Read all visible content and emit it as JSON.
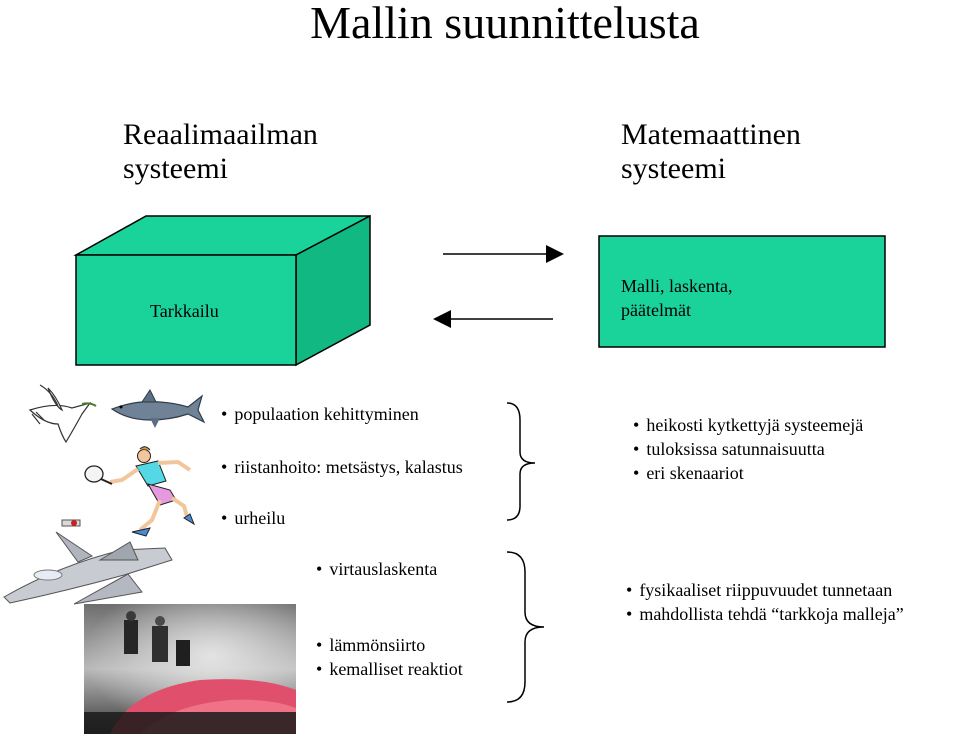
{
  "title": "Mallin suunnittelusta",
  "left_heading": {
    "line1": "Reaalimaailman",
    "line2": "systeemi"
  },
  "right_heading": {
    "line1": "Matemaattinen",
    "line2": "systeemi"
  },
  "left_box_label": "Tarkkailu",
  "right_box_label": {
    "line1": "Malli, laskenta,",
    "line2": "päätelmät"
  },
  "group1": {
    "items": [
      "populaation kehittyminen",
      "riistanhoito: metsästys, kalastus",
      "urheilu"
    ],
    "notes": [
      "heikosti kytkettyjä systeemejä",
      "tuloksissa satunnaisuutta",
      "eri skenaariot"
    ]
  },
  "group2": {
    "items": [
      "virtauslaskenta",
      "lämmönsiirto",
      "kemalliset reaktiot"
    ],
    "notes": [
      "fysikaaliset riippuvuudet tunnetaan",
      "mahdollista tehdä “tarkkoja malleja”"
    ]
  },
  "colors": {
    "box_fill": "#19d39a",
    "box_side": "#12b882",
    "stroke": "#000000",
    "photo_hot": "#e0506c"
  },
  "icons": [
    "dove-icon",
    "shark-icon",
    "tennis-player-icon",
    "jet-aircraft-icon",
    "foundry-photo"
  ]
}
